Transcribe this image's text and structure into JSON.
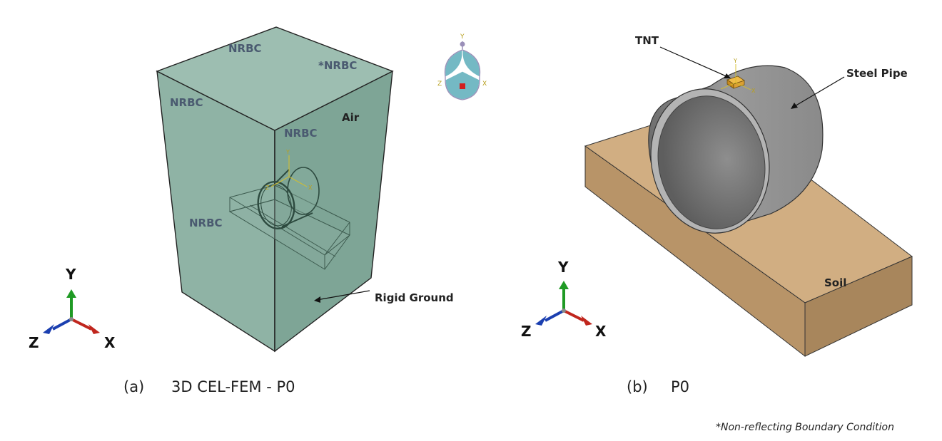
{
  "panel_a": {
    "labels": {
      "nrbc_top": "NRBC",
      "nrbc_top_right": "*NRBC",
      "nrbc_left": "NRBC",
      "nrbc_center": "NRBC",
      "nrbc_side": "NRBC",
      "air": "Air",
      "rigid_ground": "Rigid Ground"
    },
    "model_triad": {
      "y": "Y",
      "z": "Z",
      "x": "X"
    },
    "view_cube": {
      "y": "Y",
      "z": "Z",
      "x": "X"
    },
    "triad": {
      "y": "Y",
      "z": "Z",
      "x": "X"
    },
    "caption_letter": "(a)",
    "caption_title": "3D CEL-FEM - P0"
  },
  "panel_b": {
    "labels": {
      "tnt": "TNT",
      "steel_pipe": "Steel Pipe",
      "soil": "Soil"
    },
    "tnt_triad": {
      "y": "Y",
      "x": "X"
    },
    "triad": {
      "y": "Y",
      "z": "Z",
      "x": "X"
    },
    "caption_letter": "(b)",
    "caption_title": "P0"
  },
  "footnote": "*Non-reflecting Boundary Condition",
  "colors": {
    "air_fill": "#8fb3a5",
    "soil_top": "#d1ae82",
    "soil_front": "#b89468",
    "soil_side": "#9c7a52",
    "pipe": "#8a8a8a",
    "tnt": "#e3a42b",
    "axis_y": "#1f9a24",
    "axis_x": "#c0261d",
    "axis_z": "#1b3fb0"
  }
}
